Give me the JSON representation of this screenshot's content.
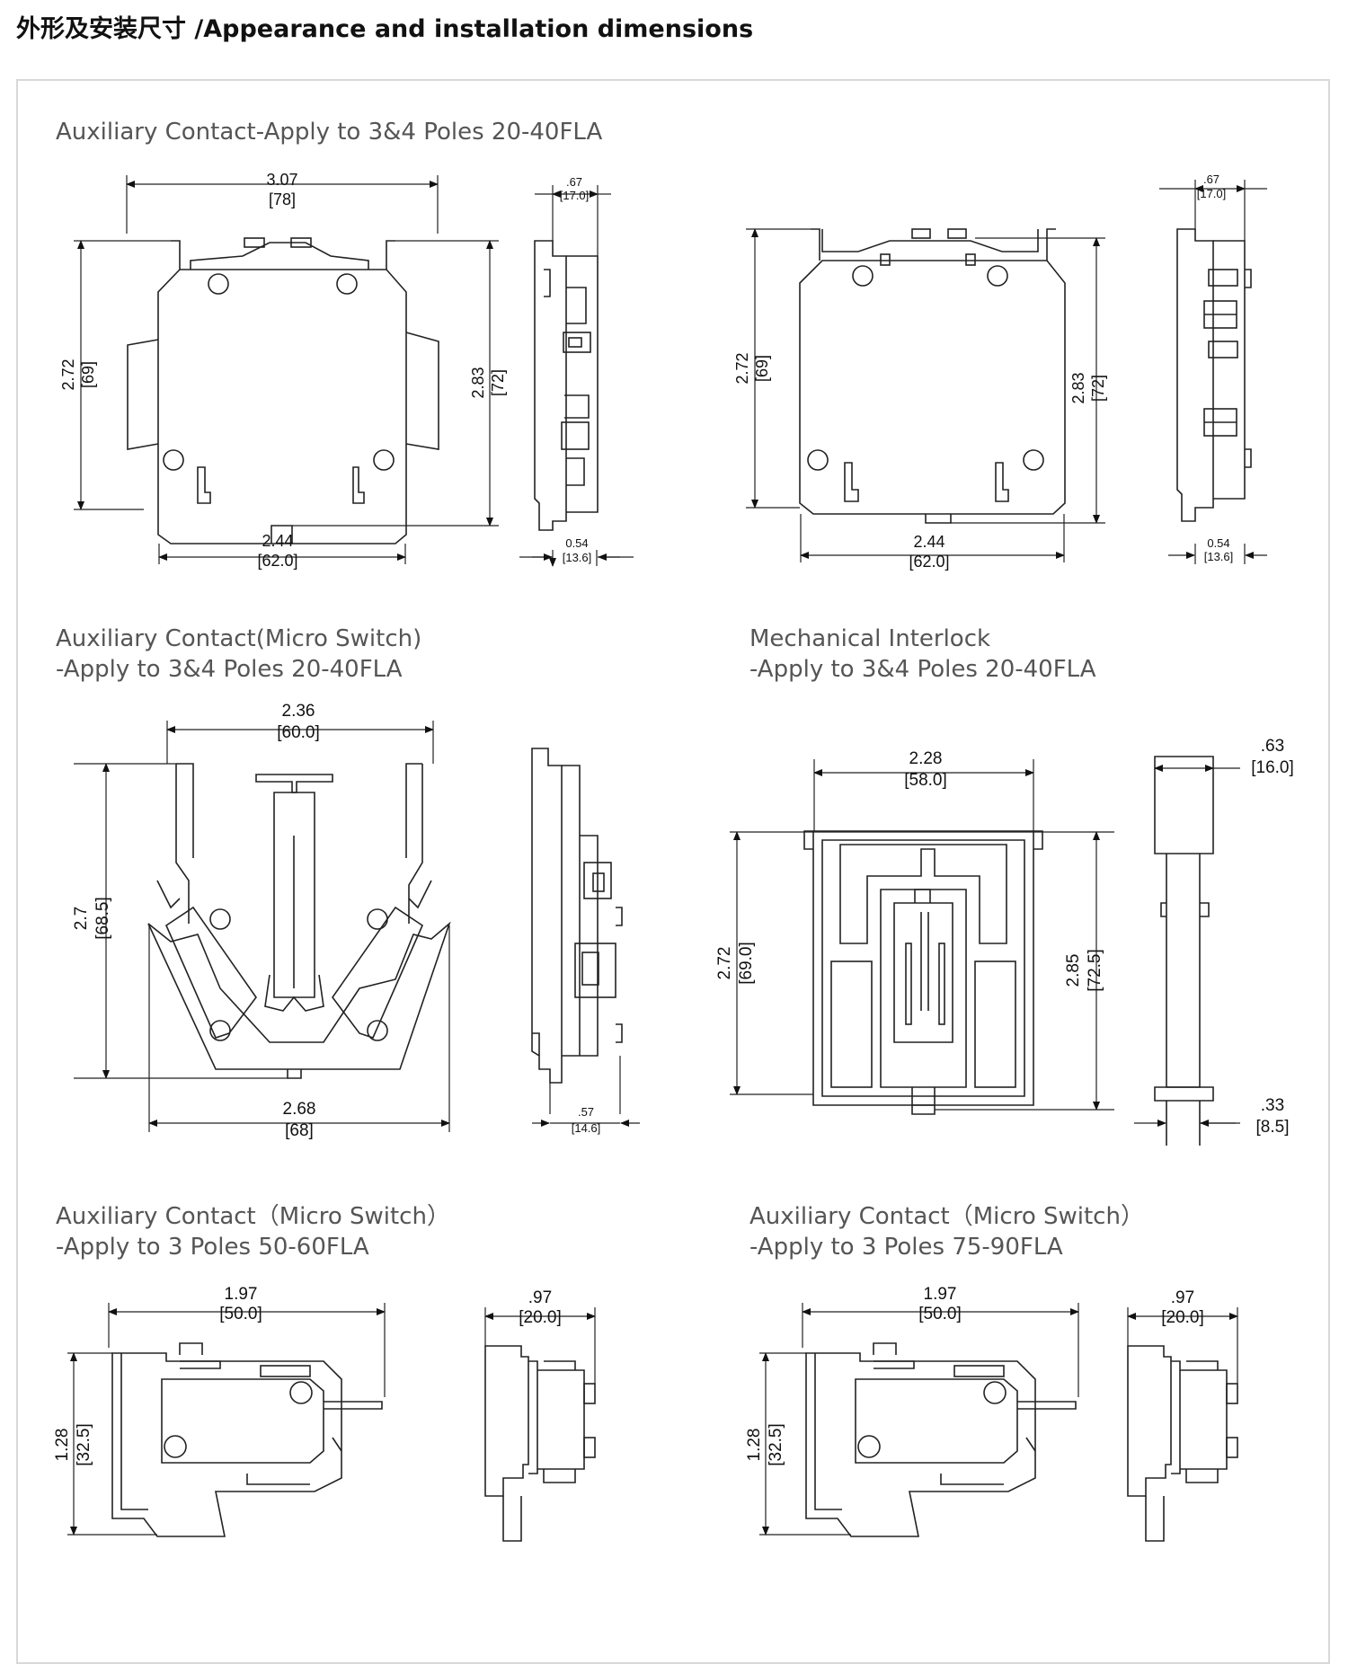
{
  "page": {
    "title": "外形及安装尺寸 /Appearance and installation dimensions"
  },
  "sections": {
    "aux_20_40": {
      "title": "Auxiliary Contact-Apply to 3&4 Poles 20-40FLA",
      "front_a": {
        "top_in": "3.07",
        "top_mm": "[78]",
        "left_in": "2.72",
        "left_mm": "[69]",
        "right_in": "2.83",
        "right_mm": "[72]",
        "bottom_in": "2.44",
        "bottom_mm": "[62.0]"
      },
      "side_a": {
        "top_in": ".67",
        "top_mm": "[17.0]",
        "bottom_in": "0.54",
        "bottom_mm": "[13.6]"
      },
      "front_b": {
        "left_in": "2.72",
        "left_mm": "[69]",
        "right_in": "2.83",
        "right_mm": "[72]",
        "bottom_in": "2.44",
        "bottom_mm": "[62.0]"
      },
      "side_b": {
        "top_in": ".67",
        "top_mm": "[17.0]",
        "bottom_in": "0.54",
        "bottom_mm": "[13.6]"
      }
    },
    "micro_20_40": {
      "title_line1": "Auxiliary Contact(Micro Switch)",
      "title_line2": "-Apply to 3&4 Poles 20-40FLA",
      "front": {
        "top_in": "2.36",
        "top_mm": "[60.0]",
        "left_in": "2.7",
        "left_mm": "[68.5]",
        "bottom_in": "2.68",
        "bottom_mm": "[68]"
      },
      "side": {
        "bottom_in": ".57",
        "bottom_mm": "[14.6]"
      }
    },
    "interlock": {
      "title_line1": "Mechanical Interlock",
      "title_line2": "-Apply to 3&4 Poles 20-40FLA",
      "front": {
        "top_in": "2.28",
        "top_mm": "[58.0]",
        "left_in": "2.72",
        "left_mm": "[69.0]",
        "right_in": "2.85",
        "right_mm": "[72.5]"
      },
      "side": {
        "top_in": ".63",
        "top_mm": "[16.0]",
        "bottom_in": ".33",
        "bottom_mm": "[8.5]"
      }
    },
    "micro_50_60": {
      "title_line1": "Auxiliary Contact（Micro Switch）",
      "title_line2": "-Apply to 3 Poles 50-60FLA",
      "front": {
        "top_in": "1.97",
        "top_mm": "[50.0]",
        "left_in": "1.28",
        "left_mm": "[32.5]"
      },
      "side": {
        "top_in": ".97",
        "top_mm": "[20.0]"
      }
    },
    "micro_75_90": {
      "title_line1": "Auxiliary Contact（Micro Switch）",
      "title_line2": "-Apply to 3 Poles 75-90FLA",
      "front": {
        "top_in": "1.97",
        "top_mm": "[50.0]",
        "left_in": "1.28",
        "left_mm": "[32.5]"
      },
      "side": {
        "top_in": ".97",
        "top_mm": "[20.0]"
      }
    }
  }
}
